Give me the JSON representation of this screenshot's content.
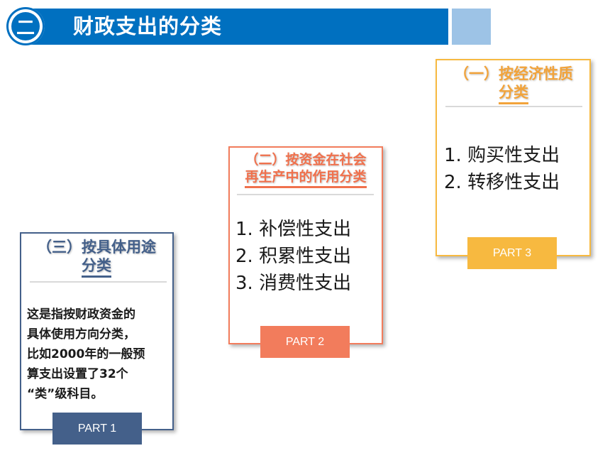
{
  "header": {
    "badge": "二",
    "title": "财政支出的分类"
  },
  "cards": {
    "part3": {
      "heading_line1": "（一）按经济性质",
      "heading_line2": "分类",
      "items": [
        "1. 购买性支出",
        "2. 转移性支出"
      ],
      "tab": "PART 3"
    },
    "part2": {
      "heading_line1": "（二）按资金在社会",
      "heading_line2": "再生产中的作用分类",
      "items": [
        "1. 补偿性支出",
        "2. 积累性支出",
        "3. 消费性支出"
      ],
      "tab": "PART 2"
    },
    "part1": {
      "heading_line1": "（三）按具体用途",
      "heading_line2": "分类",
      "desc": [
        "这是指按财政资金的",
        "具体使用方向分类，",
        "比如2000年的一般预",
        "算支出设置了32个",
        "“类”级科目。"
      ],
      "tab": "PART 1"
    }
  },
  "colors": {
    "title_bar": "#0070c0",
    "title_accent": "#9dc3e6",
    "part3": "#f7b940",
    "part2": "#f27c5c",
    "part1": "#44608a"
  }
}
